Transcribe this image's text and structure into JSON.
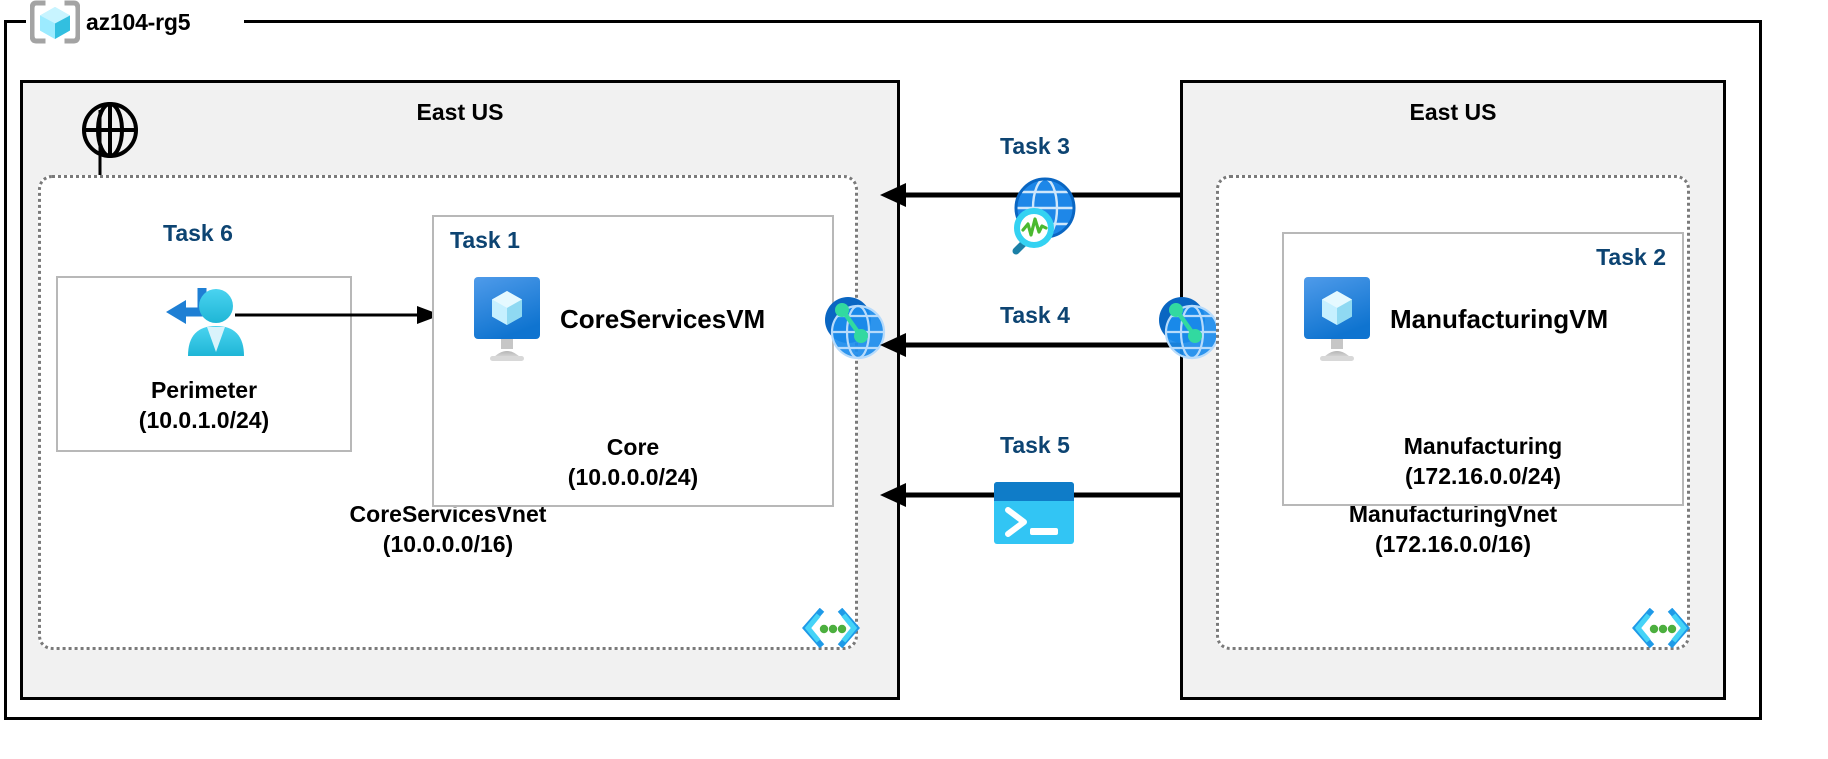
{
  "resource_group": {
    "name": "az104-rg5",
    "icon": "resource-group-cube-icon"
  },
  "regions": [
    {
      "id": "left",
      "title": "East US"
    },
    {
      "id": "right",
      "title": "East US"
    }
  ],
  "vnets": [
    {
      "id": "coreservices",
      "name": "CoreServicesVnet",
      "cidr": "(10.0.0.0/16)",
      "subnet_icon": "subnet-code-brackets-icon"
    },
    {
      "id": "manufacturing",
      "name": "ManufacturingVnet",
      "cidr": "(172.16.0.0/16)",
      "subnet_icon": "subnet-code-brackets-icon"
    }
  ],
  "subnets": [
    {
      "id": "perimeter",
      "name": "Perimeter",
      "cidr": "(10.0.1.0/24)"
    },
    {
      "id": "core",
      "name": "Core",
      "cidr": "(10.0.0.0/24)"
    },
    {
      "id": "manufacturing",
      "name": "Manufacturing",
      "cidr": "(172.16.0.0/24)"
    }
  ],
  "vms": [
    {
      "id": "coreservicesvm",
      "name": "CoreServicesVM",
      "icon": "virtual-machine-icon"
    },
    {
      "id": "manufacturingvm",
      "name": "ManufacturingVM",
      "icon": "virtual-machine-icon"
    }
  ],
  "tasks": [
    {
      "id": "task1",
      "label": "Task 1",
      "attached_to": "core-subnet"
    },
    {
      "id": "task2",
      "label": "Task 2",
      "attached_to": "manufacturing-subnet"
    },
    {
      "id": "task3",
      "label": "Task 3",
      "attached_to": "network-watcher-link",
      "icon": "network-watcher-icon"
    },
    {
      "id": "task4",
      "label": "Task 4",
      "attached_to": "vnet-peering-link",
      "icon": "vnet-peering-icon"
    },
    {
      "id": "task5",
      "label": "Task 5",
      "attached_to": "cloud-shell-link",
      "icon": "cloud-shell-icon"
    },
    {
      "id": "task6",
      "label": "Task 6",
      "attached_to": "perimeter-subnet",
      "icon": "user-access-icon"
    }
  ],
  "icons": {
    "internet": "globe-icon",
    "user_access": "user-access-icon",
    "peering_left": "vnet-peering-icon",
    "peering_right": "vnet-peering-icon",
    "network_watcher": "network-watcher-icon",
    "cloud_shell": "cloud-shell-icon"
  },
  "colors": {
    "task_label": "#0d4472",
    "region_fill": "#f1f1f1",
    "region_border": "#000000",
    "vnet_border": "#7a7a7a",
    "subnet_border": "#b8b8b8",
    "azure_blue": "#0078d4",
    "azure_cyan": "#50e6ff",
    "peering_green": "#32d9a0",
    "shell_cyan": "#32c5f4",
    "bracket_gray": "#a0a0a0",
    "connector": "#000000"
  }
}
